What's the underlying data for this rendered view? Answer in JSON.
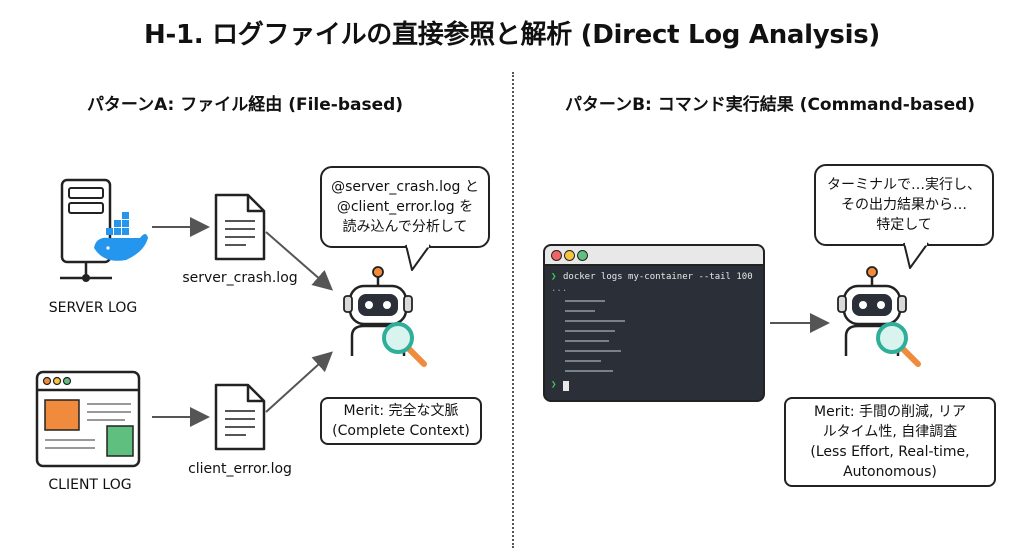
{
  "title": "H-1. ログファイルの直接参照と解析 (Direct Log Analysis)",
  "pattern_a": {
    "heading": "パターンA: ファイル経由 (File-based)",
    "server_label": "SERVER LOG",
    "client_label": "CLIENT LOG",
    "server_file": "server_crash.log",
    "client_file": "client_error.log",
    "bubble_lines": [
      "@server_crash.log と",
      "@client_error.log を",
      "読み込んで分析して"
    ],
    "merit_lines": [
      "Merit: 完全な文脈",
      "(Complete Context)"
    ]
  },
  "pattern_b": {
    "heading": "パターンB: コマンド実行結果 (Command-based)",
    "terminal_command": "docker logs my-container --tail 100",
    "terminal_prompt": "❯",
    "terminal_ellipsis": "...",
    "bubble_lines": [
      "ターミナルで…実行し、",
      "その出力結果から…",
      "特定して"
    ],
    "merit_lines": [
      "Merit: 手間の削減, リア",
      "ルタイム性, 自律調査",
      "(Less Effort, Real-time,",
      "Autonomous)"
    ]
  },
  "colors": {
    "ink": "#222222",
    "docker_blue": "#2496ed",
    "orange": "#f08a3c",
    "green": "#5fbf7f",
    "terminal_bg": "#2b3038",
    "terminal_green": "#39d353",
    "magnifier_teal": "#2fae9a"
  }
}
